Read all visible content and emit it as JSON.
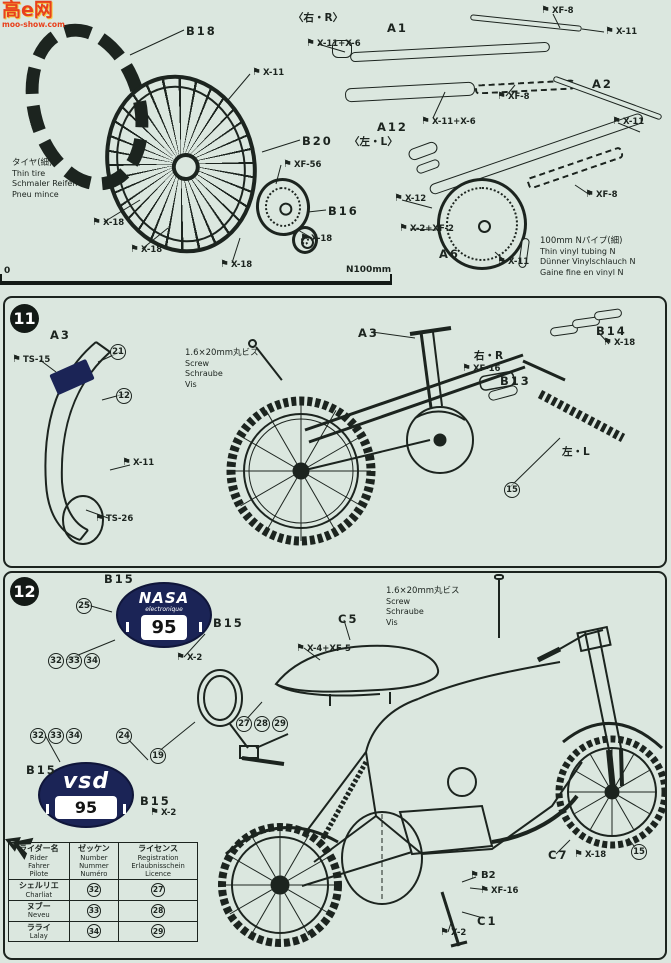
{
  "palette": {
    "paper": "#dbe7df",
    "ink": "#1c241f",
    "decal_navy": "#1b2456",
    "watermark_red": "#e8401c"
  },
  "watermark": {
    "logo": "高e网",
    "url": "moo-show.com"
  },
  "top": {
    "labels": {
      "b18": "B18",
      "b20": "B20",
      "b16": "B16"
    },
    "callouts": {
      "x11_wheel": "X-11",
      "xf56": "XF-56",
      "x18_1": "X-18",
      "x18_2": "X-18",
      "x18_3": "X-18",
      "x18_4": "X-18"
    },
    "tire_note": {
      "ja": "タイヤ(細)",
      "en": "Thin tire",
      "de": "Schmaler Reifen",
      "fr": "Pneu mince"
    },
    "fork_right": {
      "marker": "〈右・R〉",
      "a1": "A1",
      "a12": "A12",
      "x11x6_1": "X-11+X-6",
      "x11x6_2": "X-11+X-6",
      "xf8_1": "XF-8",
      "xf8_2": "XF-8",
      "x11_1": "X-11"
    },
    "fork_left": {
      "marker": "〈左・L〉",
      "a2": "A2",
      "a6": "A6",
      "x11_2": "X-11",
      "x11_3": "X-11",
      "x12": "X-12",
      "x2xf2": "X-2+XF-2",
      "xf8_3": "XF-8"
    },
    "tubing_note": {
      "ja": "100mm Nパイプ(細)",
      "en": "Thin vinyl tubing N",
      "de": "Dünner Vinylschlauch N",
      "fr": "Gaine fine en vinyl N"
    },
    "ruler": {
      "zero": "0",
      "label": "N100mm"
    }
  },
  "step11": {
    "number": "11",
    "labels": {
      "a3_fender": "A3",
      "a3_fork": "A3",
      "b13": "B13",
      "b14": "B14"
    },
    "markers": {
      "right": "右・R",
      "left": "左・L"
    },
    "callouts": {
      "ts15": "TS-15",
      "ts26": "TS-26",
      "x11": "X-11",
      "xf16": "XF-16",
      "x18": "X-18"
    },
    "decals": {
      "d21": "21",
      "d12": "12",
      "d15": "15"
    },
    "screw_note": {
      "ja": "1.6×20mm丸ビス",
      "en": "Screw",
      "de": "Schraube",
      "fr": "Vis"
    }
  },
  "step12": {
    "number": "12",
    "labels": {
      "b15_1": "B15",
      "b15_2": "B15",
      "b15_3": "B15",
      "b15_4": "B15",
      "c5": "C5",
      "c7": "C7",
      "c1": "C1",
      "b2": "B2"
    },
    "callouts": {
      "x2_1": "X-2",
      "x2_2": "X-2",
      "x2_3": "X-2",
      "x4xf5": "X-4+XF-5",
      "x18": "X-18",
      "xf16": "XF-16"
    },
    "decals": {
      "d25": "25",
      "d32": "32",
      "d33": "33",
      "d34": "34",
      "d27": "27",
      "d28": "28",
      "d29": "29",
      "d24": "24",
      "d19": "19",
      "d15": "15"
    },
    "screw_note": {
      "ja": "1.6×20mm丸ビス",
      "en": "Screw",
      "de": "Schraube",
      "fr": "Vis"
    },
    "nasa_decal": {
      "title": "NASA",
      "sub": "electronique",
      "num": "95"
    },
    "vsd_decal": {
      "title": "vsd",
      "num": "95"
    },
    "table": {
      "col1": {
        "ja": "ライダー名",
        "en": "Rider",
        "de": "Fahrer",
        "fr": "Pilote"
      },
      "col2": {
        "ja": "ゼッケン",
        "en": "Number",
        "de": "Nummer",
        "fr": "Numéro"
      },
      "col3": {
        "ja": "ライセンス",
        "en": "Registration",
        "de": "Erlaubnisschein",
        "fr": "Licence"
      },
      "rows": [
        {
          "ja": "シェルリエ",
          "latin": "Charliat",
          "num": "32",
          "lic": "27"
        },
        {
          "ja": "ヌブー",
          "latin": "Neveu",
          "num": "33",
          "lic": "28"
        },
        {
          "ja": "ラライ",
          "latin": "Lalay",
          "num": "34",
          "lic": "29"
        }
      ]
    }
  }
}
